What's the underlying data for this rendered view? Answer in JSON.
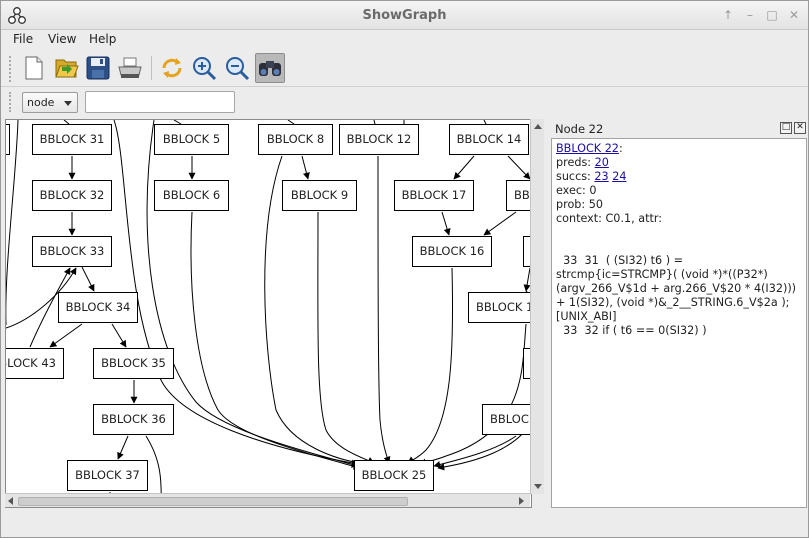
{
  "window": {
    "title": "ShowGraph"
  },
  "menu": {
    "file": "File",
    "view": "View",
    "help": "Help"
  },
  "toolbar": {
    "buttons": [
      "new-icon",
      "open-icon",
      "save-icon",
      "print-icon",
      "refresh-icon",
      "zoom-in-icon",
      "zoom-out-icon",
      "binoculars-icon"
    ]
  },
  "search": {
    "type_value": "node",
    "query_value": ""
  },
  "graph": {
    "nodes": {
      "n31": "BBLOCK 31",
      "n5": "BBLOCK 5",
      "n8": "BBLOCK 8",
      "n12": "BBLOCK 12",
      "n14": "BBLOCK 14",
      "n32": "BBLOCK 32",
      "n6": "BBLOCK 6",
      "n9": "BBLOCK 9",
      "n17": "BBLOCK 17",
      "nR1": "BBL",
      "n33": "BBLOCK 33",
      "n16": "BBLOCK 16",
      "n34": "BBLOCK 34",
      "nR2": "BBLOCK 1",
      "n43": "BLOCK 43",
      "n35": "BBLOCK 35",
      "n36": "BBLOCK 36",
      "nR3": "BBLOCK",
      "n37": "BBLOCK 37",
      "n25": "BBLOCK 25"
    }
  },
  "panel": {
    "title": "Node 22",
    "node_link": "BBLOCK 22",
    "preds_label": "preds:",
    "preds": [
      "20"
    ],
    "succs_label": "succs:",
    "succs": [
      "23",
      "24"
    ],
    "exec": "exec: 0",
    "prob": "prob: 50",
    "context": "context: C0.1, attr:",
    "ir_text": "  33  31  ( (SI32) t6 ) = strcmp{ic=STRCMP}( (void *)*((P32*) (argv_266_V$1d + arg.266_V$20 * 4(I32))) + 1(SI32), (void *)&_2__STRING.6_V$2a );  [UNIX_ABI]\n  33  32 if ( t6 == 0(SI32) )"
  },
  "colors": {
    "link": "#1a0dab",
    "accent": "#2a74c9"
  }
}
